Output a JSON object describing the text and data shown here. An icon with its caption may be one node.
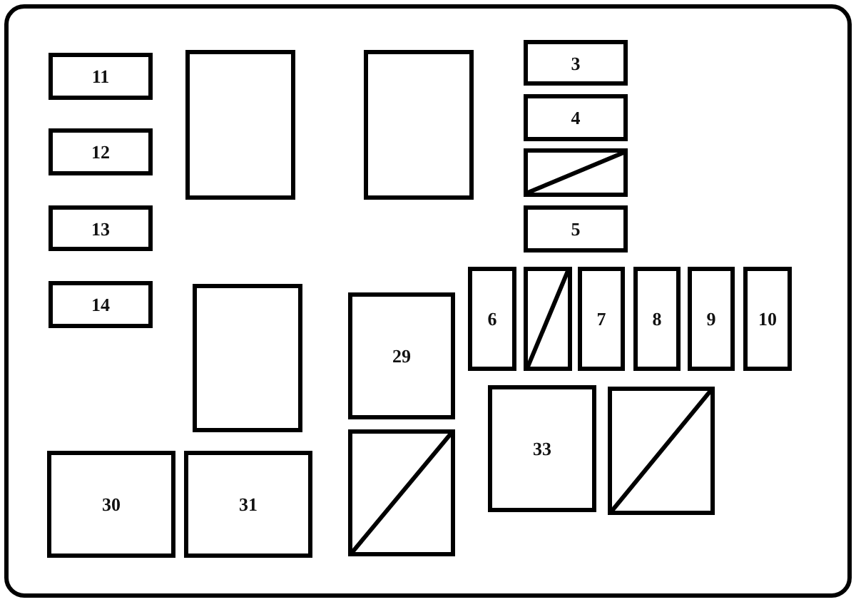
{
  "diagram": {
    "nodes": [
      {
        "text": [
          "11"
        ]
      },
      {
        "text": [],
        "shape": "box"
      },
      {
        "text": [],
        "shape": "box"
      },
      {
        "text": [
          "3"
        ]
      },
      {
        "text": [
          "4"
        ]
      },
      {
        "text": [],
        "shape": "box"
      },
      {
        "text": [
          "12"
        ]
      },
      {
        "text": [
          "5"
        ]
      },
      {
        "text": [
          "13"
        ]
      },
      {
        "text": [
          "6"
        ]
      },
      {
        "text": [],
        "shape": "box"
      },
      {
        "text": [
          "7"
        ]
      },
      {
        "text": [
          "8"
        ]
      },
      {
        "text": [
          "9"
        ]
      },
      {
        "text": [
          "10"
        ]
      },
      {
        "text": [
          "14"
        ]
      },
      {
        "text": [],
        "shape": "box"
      },
      {
        "text": [
          "29"
        ]
      },
      {
        "text": [
          "33"
        ]
      },
      {
        "text": [],
        "shape": "box"
      },
      {
        "text": [],
        "shape": "box"
      },
      {
        "text": [
          "30"
        ]
      },
      {
        "text": [
          "31"
        ]
      }
    ],
    "edges": []
  }
}
